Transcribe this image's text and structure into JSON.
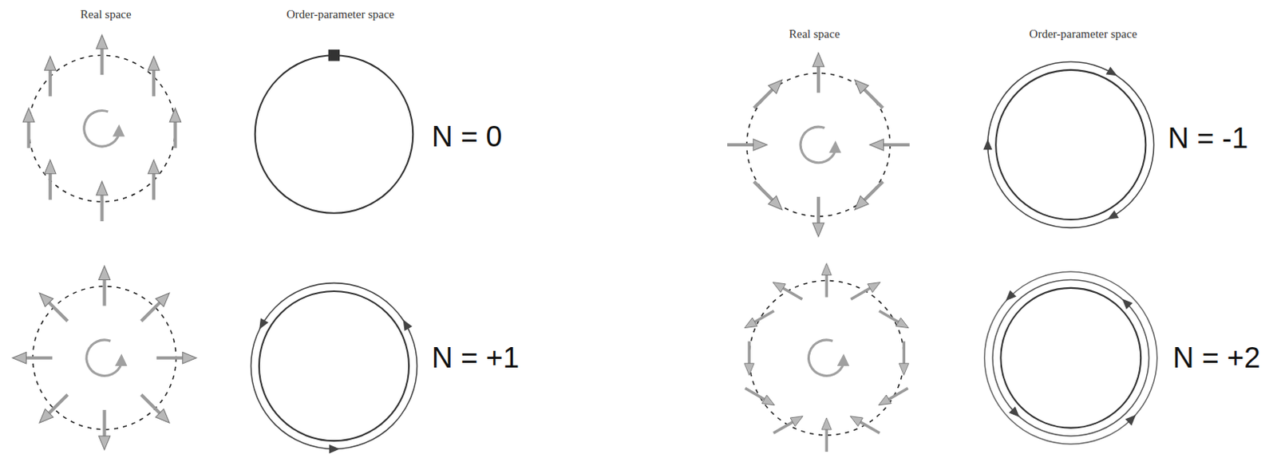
{
  "diagram": {
    "labels": [
      "Real space",
      "Order-parameter space",
      "N = 0",
      "Real space",
      "Order-parameter space",
      "N = -1",
      "N = +1",
      "N = +2"
    ]
  }
}
